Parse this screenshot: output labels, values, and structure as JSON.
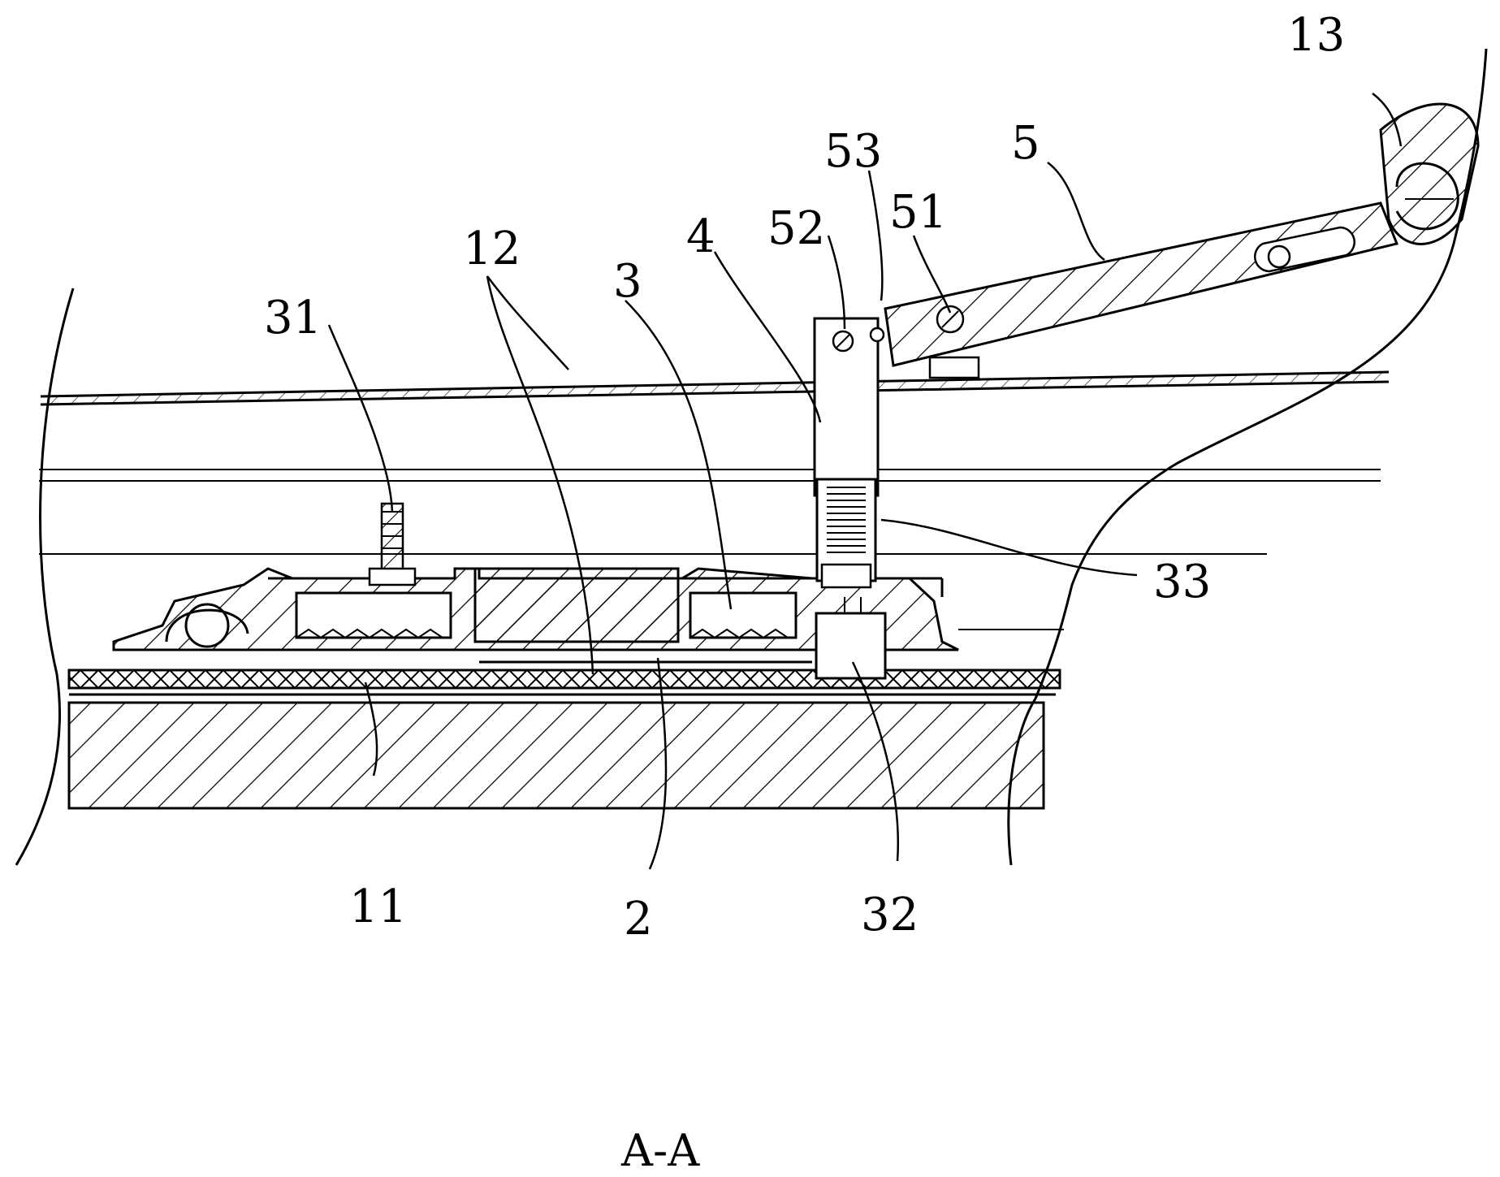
{
  "figure": {
    "section_caption": "A-A",
    "labels": {
      "l13": "13",
      "l53": "53",
      "l5": "5",
      "l52": "52",
      "l51": "51",
      "l4": "4",
      "l12": "12",
      "l3": "3",
      "l31": "31",
      "l33": "33",
      "l11": "11",
      "l2": "2",
      "l32": "32"
    }
  }
}
